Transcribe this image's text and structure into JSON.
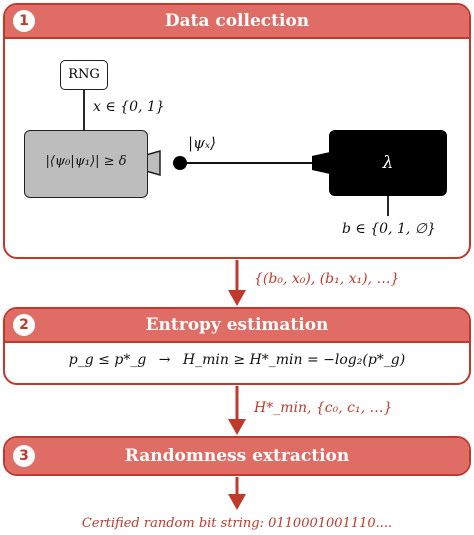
{
  "steps": [
    {
      "number": "1",
      "title": "Data collection"
    },
    {
      "number": "2",
      "title": "Entropy estimation"
    },
    {
      "number": "3",
      "title": "Randomness extraction"
    }
  ],
  "step1": {
    "rng_label": "RNG",
    "rng_output": "x ∈ {0, 1}",
    "source_condition": "|⟨ψ₀|ψ₁⟩| ≥ δ",
    "state_label": "|ψₓ⟩",
    "detector_label": "λ",
    "detector_output": "b ∈ {0, 1, ∅}"
  },
  "arrow1_label": "{(b₀, x₀), (b₁, x₁), …}",
  "step2": {
    "equation_left": "p_g ≤ p*_g",
    "equation_arrow": "→",
    "equation_right": "H_min ≥ H*_min = −log₂(p*_g)"
  },
  "arrow2_label": "H*_min, {c₀, c₁, …}",
  "footer": "Certified random bit string: 0110001001110...."
}
